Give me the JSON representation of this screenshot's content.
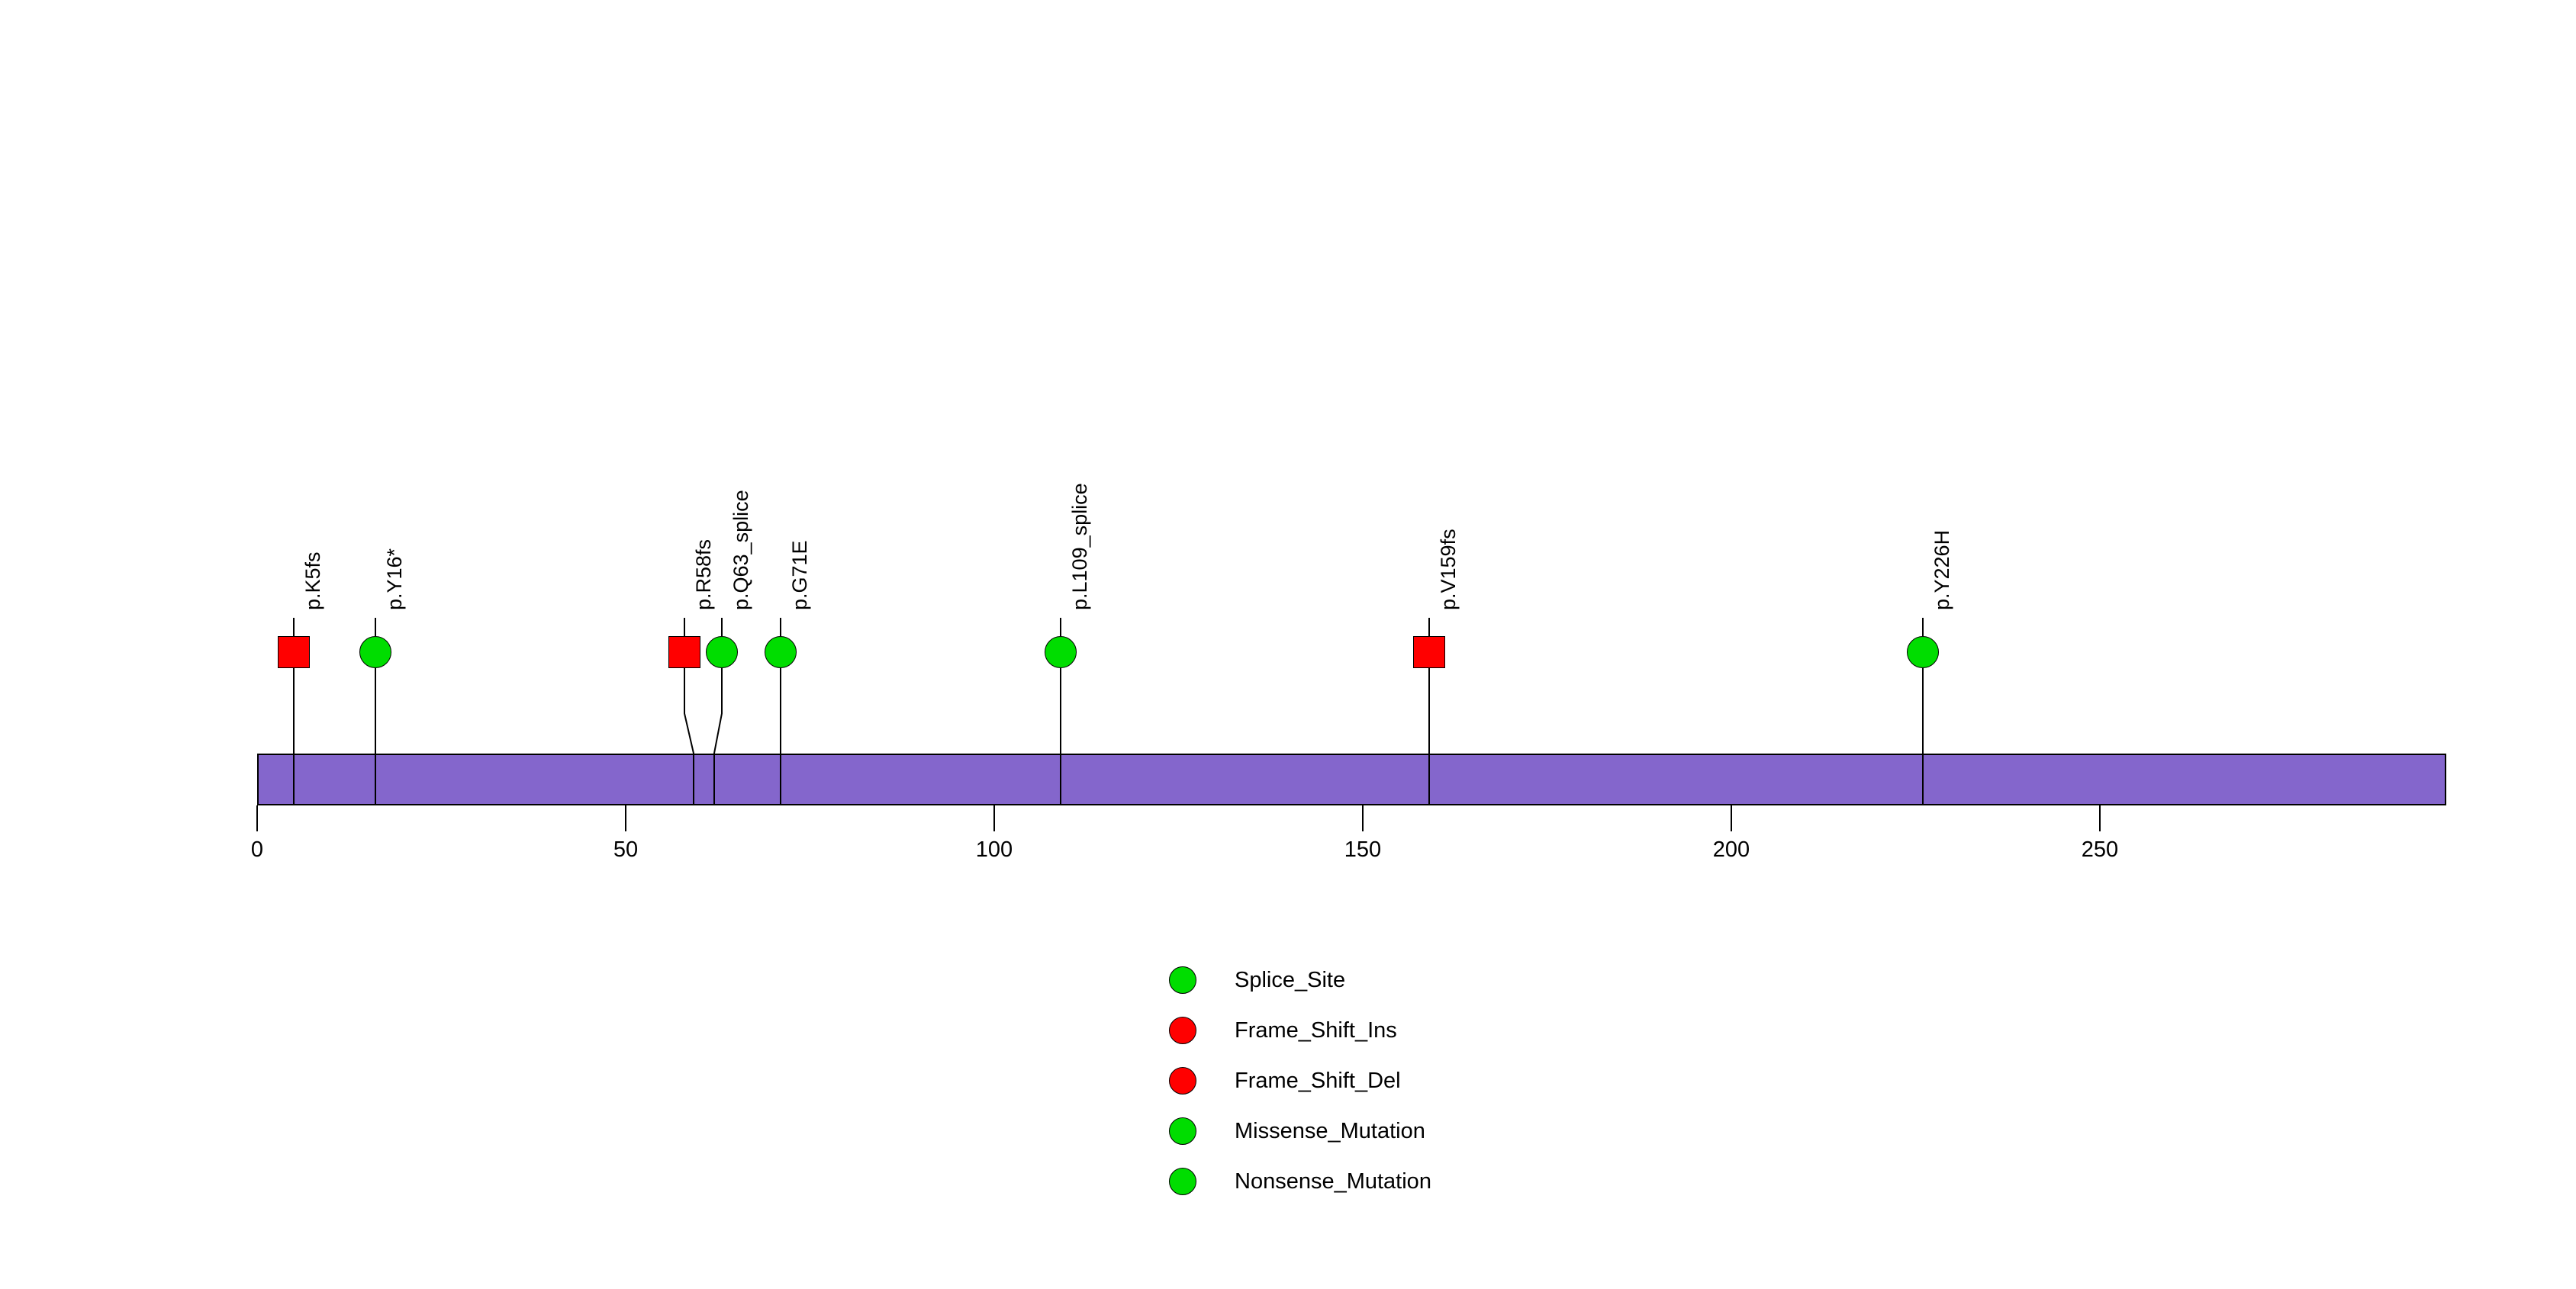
{
  "chart_data": {
    "type": "lollipop",
    "title": "",
    "xlabel": "",
    "ylabel": "",
    "xlim": [
      0,
      297
    ],
    "axis_ticks": [
      {
        "value": 0,
        "label": "0"
      },
      {
        "value": 50,
        "label": "50"
      },
      {
        "value": 100,
        "label": "100"
      },
      {
        "value": 150,
        "label": "150"
      },
      {
        "value": 200,
        "label": "200"
      },
      {
        "value": 250,
        "label": "250"
      }
    ],
    "protein_bar": {
      "start": 0,
      "end": 297,
      "color": "#8466CC",
      "border_color": "#000000"
    },
    "mutations": [
      {
        "label": "p.K5fs",
        "position": 5,
        "shape": "square",
        "color": "#FF0000",
        "class": "Frame_Shift_Ins"
      },
      {
        "label": "p.Y16*",
        "position": 16,
        "shape": "circle",
        "color": "#00DD00",
        "class": "Nonsense_Mutation"
      },
      {
        "label": "p.R58fs",
        "position": 58,
        "shape": "square",
        "color": "#FF0000",
        "class": "Frame_Shift_Del"
      },
      {
        "label": "p.Q63_splice",
        "position": 63,
        "shape": "circle",
        "color": "#00DD00",
        "class": "Splice_Site"
      },
      {
        "label": "p.G71E",
        "position": 71,
        "shape": "circle",
        "color": "#00DD00",
        "class": "Missense_Mutation"
      },
      {
        "label": "p.L109_splice",
        "position": 109,
        "shape": "circle",
        "color": "#00DD00",
        "class": "Splice_Site"
      },
      {
        "label": "p.V159fs",
        "position": 159,
        "shape": "square",
        "color": "#FF0000",
        "class": "Frame_Shift_Del"
      },
      {
        "label": "p.Y226H",
        "position": 226,
        "shape": "circle",
        "color": "#00DD00",
        "class": "Missense_Mutation"
      }
    ],
    "legend": {
      "position": "bottom-center",
      "entries": [
        {
          "label": "Splice_Site",
          "color": "#00DD00"
        },
        {
          "label": "Frame_Shift_Ins",
          "color": "#FF0000"
        },
        {
          "label": "Frame_Shift_Del",
          "color": "#FF0000"
        },
        {
          "label": "Missense_Mutation",
          "color": "#00DD00"
        },
        {
          "label": "Nonsense_Mutation",
          "color": "#00DD00"
        }
      ]
    },
    "colors": {
      "splice_site": "#00DD00",
      "frame_shift": "#FF0000",
      "missense": "#00DD00",
      "nonsense": "#00DD00",
      "protein_domain": "#8466CC",
      "stroke": "#000000",
      "background": "#FFFFFF"
    }
  }
}
